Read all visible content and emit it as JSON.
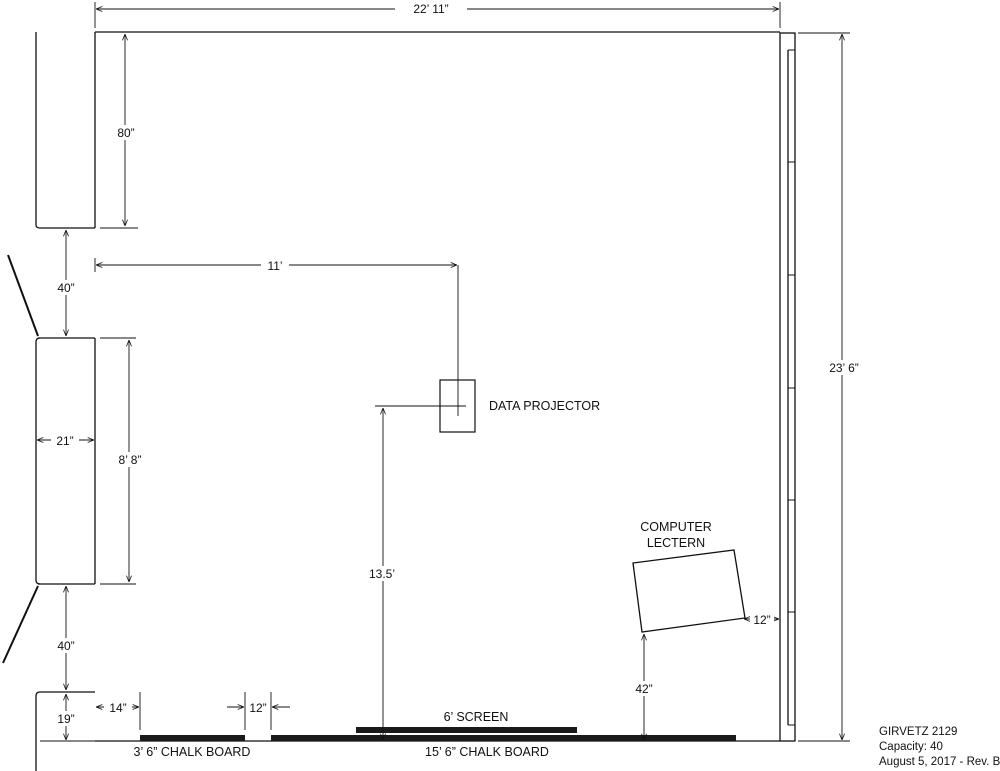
{
  "dimensions": {
    "room_width": "22’ 11”",
    "room_depth": "23’ 6”",
    "top_wall_segment": "80”",
    "door_gap_upper": "40”",
    "door_gap_lower": "40”",
    "alcove_height": "8’ 8”",
    "alcove_depth": "21”",
    "projector_offset_x": "11’",
    "projector_distance": "13.5’",
    "bottom_wall_segment": "19”",
    "chalkboard_gap_left": "14”",
    "chalkboard_gap_mid": "12”",
    "lectern_wall_gap": "12”",
    "lectern_front_gap": "42”"
  },
  "labels": {
    "data_projector": "DATA PROJECTOR",
    "lectern_line1": "COMPUTER",
    "lectern_line2": "LECTERN",
    "screen": "6’ SCREEN",
    "chalkboard_small": "3’ 6” CHALK BOARD",
    "chalkboard_large": "15’ 6” CHALK BOARD"
  },
  "info": {
    "room": "GIRVETZ 2129",
    "capacity": "Capacity: 40",
    "date": "August 5, 2017 - Rev. B"
  },
  "colors": {
    "line": "#111111",
    "chalkboard": "#1a1a1a",
    "background": "#ffffff"
  }
}
